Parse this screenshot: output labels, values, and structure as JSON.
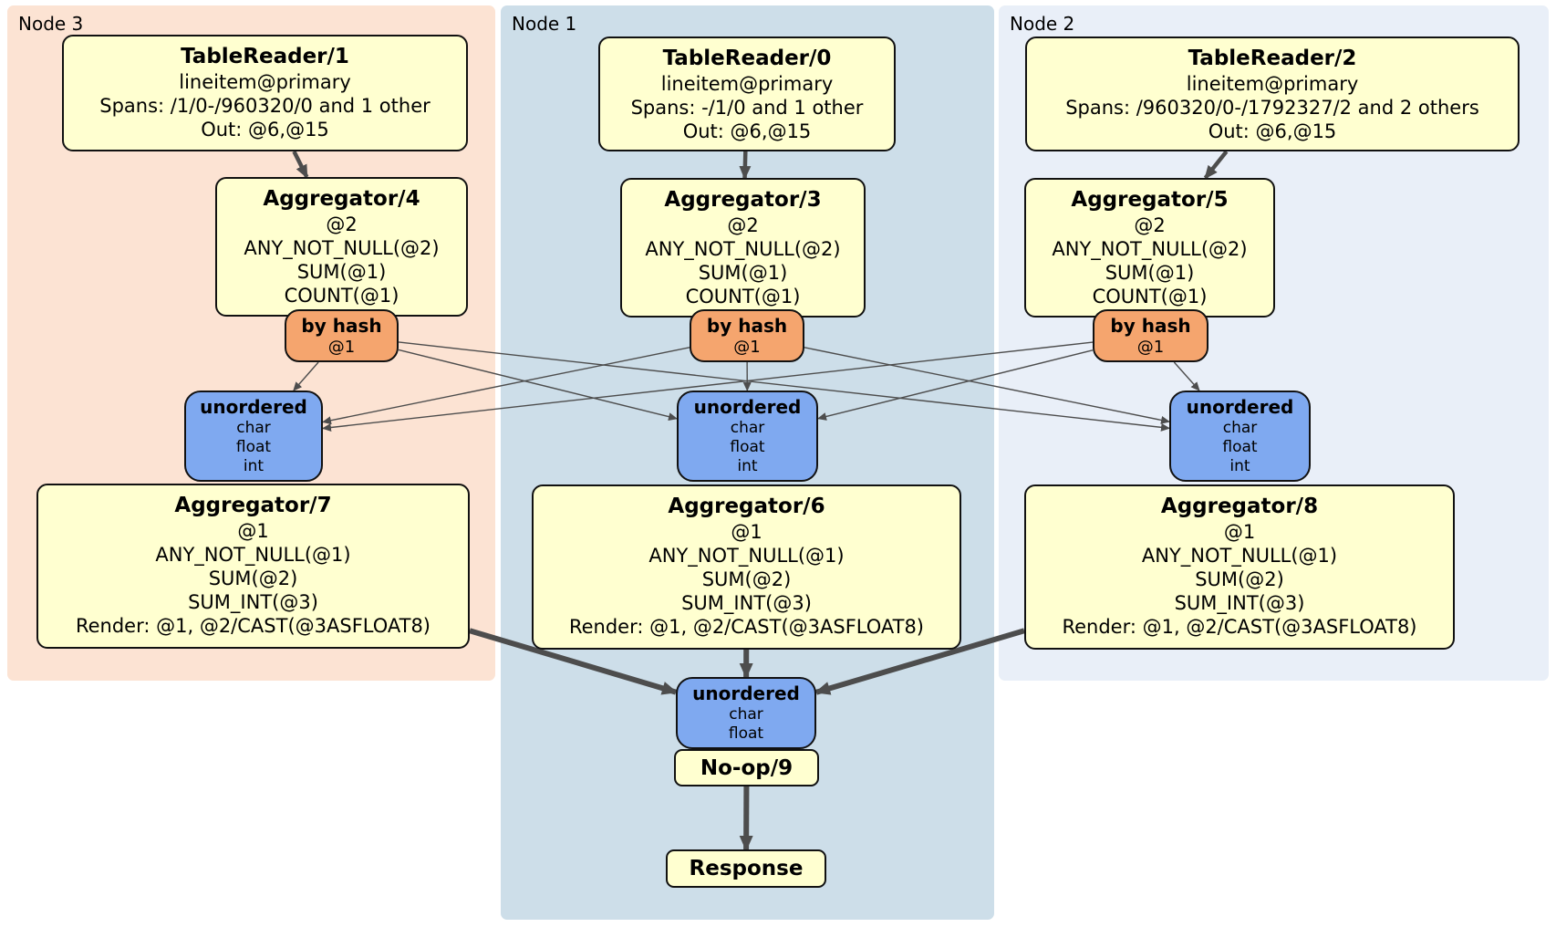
{
  "regions": [
    {
      "id": "node3",
      "label": "Node 3"
    },
    {
      "id": "node1",
      "label": "Node 1"
    },
    {
      "id": "node2",
      "label": "Node 2"
    }
  ],
  "processors": [
    {
      "id": "tr1",
      "region": "node3",
      "title": "TableReader/1",
      "lines": [
        "lineitem@primary",
        "Spans: /1/0-/960320/0 and 1 other",
        "Out: @6,@15"
      ]
    },
    {
      "id": "tr0",
      "region": "node1",
      "title": "TableReader/0",
      "lines": [
        "lineitem@primary",
        "Spans: -/1/0 and 1 other",
        "Out: @6,@15"
      ]
    },
    {
      "id": "tr2",
      "region": "node2",
      "title": "TableReader/2",
      "lines": [
        "lineitem@primary",
        "Spans: /960320/0-/1792327/2 and 2 others",
        "Out: @6,@15"
      ]
    },
    {
      "id": "agg4",
      "region": "node3",
      "title": "Aggregator/4",
      "lines": [
        "@2",
        "ANY_NOT_NULL(@2)",
        "SUM(@1)",
        "COUNT(@1)"
      ]
    },
    {
      "id": "agg3",
      "region": "node1",
      "title": "Aggregator/3",
      "lines": [
        "@2",
        "ANY_NOT_NULL(@2)",
        "SUM(@1)",
        "COUNT(@1)"
      ]
    },
    {
      "id": "agg5",
      "region": "node2",
      "title": "Aggregator/5",
      "lines": [
        "@2",
        "ANY_NOT_NULL(@2)",
        "SUM(@1)",
        "COUNT(@1)"
      ]
    },
    {
      "id": "agg7",
      "region": "node3",
      "title": "Aggregator/7",
      "lines": [
        "@1",
        "ANY_NOT_NULL(@1)",
        "SUM(@2)",
        "SUM_INT(@3)",
        "Render: @1, @2/CAST(@3ASFLOAT8)"
      ]
    },
    {
      "id": "agg6",
      "region": "node1",
      "title": "Aggregator/6",
      "lines": [
        "@1",
        "ANY_NOT_NULL(@1)",
        "SUM(@2)",
        "SUM_INT(@3)",
        "Render: @1, @2/CAST(@3ASFLOAT8)"
      ]
    },
    {
      "id": "agg8",
      "region": "node2",
      "title": "Aggregator/8",
      "lines": [
        "@1",
        "ANY_NOT_NULL(@1)",
        "SUM(@2)",
        "SUM_INT(@3)",
        "Render: @1, @2/CAST(@3ASFLOAT8)"
      ]
    },
    {
      "id": "noop",
      "region": "node1",
      "title": "No-op/9",
      "lines": []
    },
    {
      "id": "resp",
      "region": "node1",
      "title": "Response",
      "lines": []
    }
  ],
  "routers": [
    {
      "id": "bh_left",
      "title": "by hash",
      "detail": "@1"
    },
    {
      "id": "bh_center",
      "title": "by hash",
      "detail": "@1"
    },
    {
      "id": "bh_right",
      "title": "by hash",
      "detail": "@1"
    }
  ],
  "syncs": [
    {
      "id": "un_left",
      "title": "unordered",
      "items": [
        "char",
        "float",
        "int"
      ]
    },
    {
      "id": "un_center",
      "title": "unordered",
      "items": [
        "char",
        "float",
        "int"
      ]
    },
    {
      "id": "un_right",
      "title": "unordered",
      "items": [
        "char",
        "float",
        "int"
      ]
    },
    {
      "id": "un_bottom",
      "title": "unordered",
      "items": [
        "char",
        "float"
      ]
    }
  ],
  "edges": [
    {
      "from": "tr1",
      "to": "agg4",
      "style": "arrow"
    },
    {
      "from": "tr0",
      "to": "agg3",
      "style": "arrow"
    },
    {
      "from": "tr2",
      "to": "agg5",
      "style": "arrow"
    },
    {
      "from": "bh_left",
      "to": "un_left",
      "style": "thin"
    },
    {
      "from": "bh_left",
      "to": "un_center",
      "style": "thin"
    },
    {
      "from": "bh_left",
      "to": "un_right",
      "style": "thin"
    },
    {
      "from": "bh_center",
      "to": "un_left",
      "style": "thin"
    },
    {
      "from": "bh_center",
      "to": "un_center",
      "style": "thin"
    },
    {
      "from": "bh_center",
      "to": "un_right",
      "style": "thin"
    },
    {
      "from": "bh_right",
      "to": "un_left",
      "style": "thin"
    },
    {
      "from": "bh_right",
      "to": "un_center",
      "style": "thin"
    },
    {
      "from": "bh_right",
      "to": "un_right",
      "style": "thin"
    },
    {
      "from": "agg7",
      "to": "un_bottom",
      "style": "bold"
    },
    {
      "from": "agg6",
      "to": "un_bottom",
      "style": "bold"
    },
    {
      "from": "agg8",
      "to": "un_bottom",
      "style": "bold"
    },
    {
      "from": "noop",
      "to": "resp",
      "style": "bold"
    }
  ],
  "colors": {
    "node3_bg": "#fce3d3",
    "node1_bg": "#cddee9",
    "node2_bg": "#e9eff8",
    "processor_bg": "#ffffd0",
    "router_bg": "#f5a56e",
    "sync_bg": "#7fa9f0",
    "edge": "#4d4d4d"
  }
}
